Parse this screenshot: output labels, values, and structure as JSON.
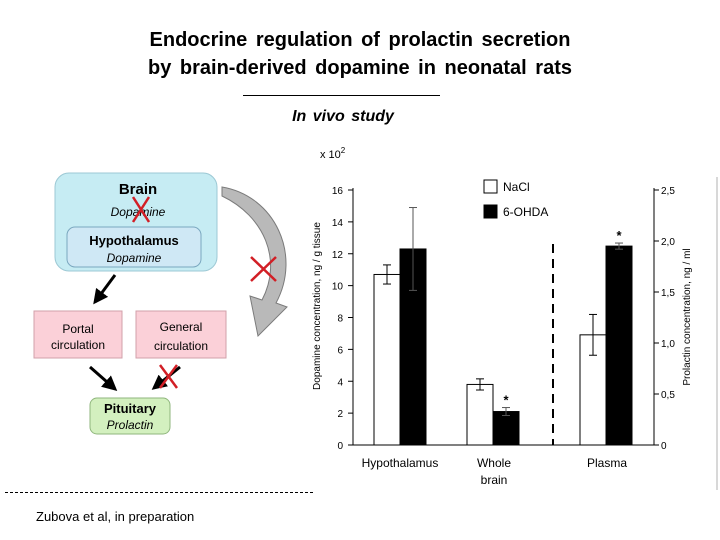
{
  "title_line1": "Endocrine regulation of prolactin secretion",
  "title_line2": "by brain-derived dopamine in neonatal rats",
  "subtitle": "In vivo study",
  "credit": "Zubova et al, in preparation",
  "diagram": {
    "brain": "Brain",
    "brain_dopamine": "Dopamine",
    "hypothalamus": "Hypothalamus",
    "hypothalamus_dopamine": "Dopamine",
    "portal_line1": "Portal",
    "portal_line2": "circulation",
    "general_line1": "General",
    "general_line2": "circulation",
    "pituitary": "Pituitary",
    "prolactin": "Prolactin"
  },
  "colors": {
    "brain_fill": "#c6ecf3",
    "hypothalamus_fill": "#cfe8f5",
    "circulation_fill": "#fbd0d8",
    "pituitary_fill": "#d3f0bf",
    "cross": "#d21f26"
  },
  "chart_data": {
    "type": "bar",
    "categories": [
      "Hypothalamus",
      "Whole brain",
      "Plasma"
    ],
    "category_lines": [
      [
        "Hypothalamus"
      ],
      [
        "Whole",
        "brain"
      ],
      [
        "Plasma"
      ]
    ],
    "left_axis": {
      "label": "Dopamine concentration, ng / g tissue",
      "multiplier": "x 10",
      "multiplier_exp": "2",
      "ylim": [
        0,
        16
      ],
      "ticks": [
        0,
        2,
        4,
        6,
        8,
        10,
        12,
        14,
        16
      ],
      "tick_labels": [
        "0",
        "2",
        "4",
        "6",
        "8",
        "10",
        "12",
        "14",
        "16"
      ]
    },
    "right_axis": {
      "label": "Prolactin concentration, ng / ml",
      "ylim": [
        0,
        2.5
      ],
      "ticks": [
        0,
        0.5,
        1.0,
        1.5,
        2.0,
        2.5
      ],
      "tick_labels": [
        "0",
        "0,5",
        "1,0",
        "1,5",
        "2,0",
        "2,5"
      ]
    },
    "series": [
      {
        "name": "NaCl",
        "color": "#ffffff",
        "values": [
          10.7,
          3.8,
          1.08
        ],
        "errors": [
          0.6,
          0.35,
          0.2
        ],
        "axis": [
          "left",
          "left",
          "right"
        ],
        "significance": [
          "",
          "",
          ""
        ]
      },
      {
        "name": "6-OHDA",
        "color": "#000000",
        "values": [
          12.3,
          2.1,
          1.95
        ],
        "errors": [
          2.6,
          0.25,
          0.03
        ],
        "axis": [
          "left",
          "left",
          "right"
        ],
        "significance": [
          "",
          "*",
          "*"
        ]
      }
    ],
    "legend_position": "top-right",
    "grid": false
  }
}
